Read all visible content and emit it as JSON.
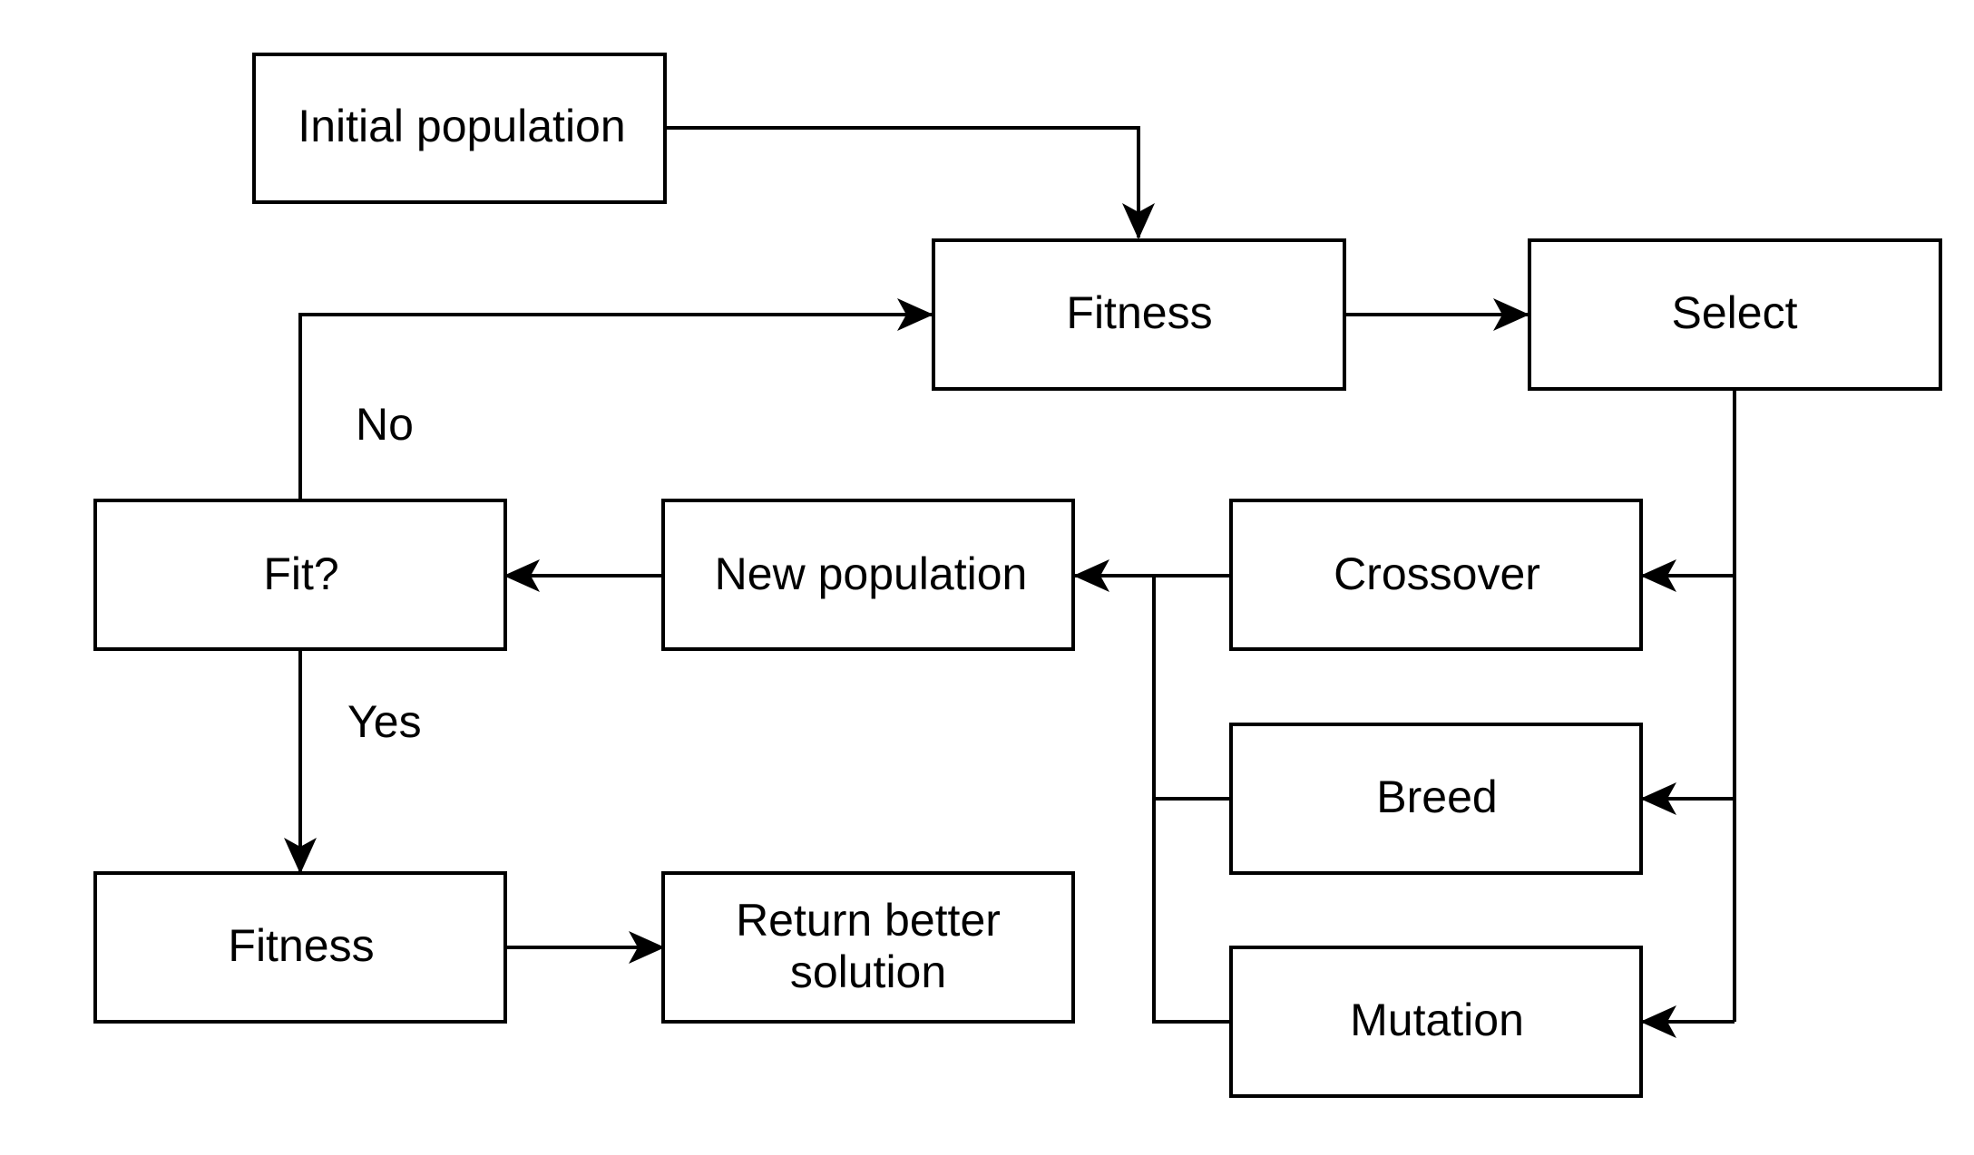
{
  "colors": {
    "stroke": "#000000",
    "fill": "#ffffff",
    "text": "#000000"
  },
  "nodes": {
    "initial_population": "Initial population",
    "fitness_top": "Fitness",
    "select": "Select",
    "fit_check": "Fit?",
    "new_population": "New population",
    "crossover": "Crossover",
    "breed": "Breed",
    "mutation": "Mutation",
    "fitness_bottom": "Fitness",
    "return_line1": "Return better",
    "return_line2": "solution"
  },
  "edge_labels": {
    "no": "No",
    "yes": "Yes"
  }
}
